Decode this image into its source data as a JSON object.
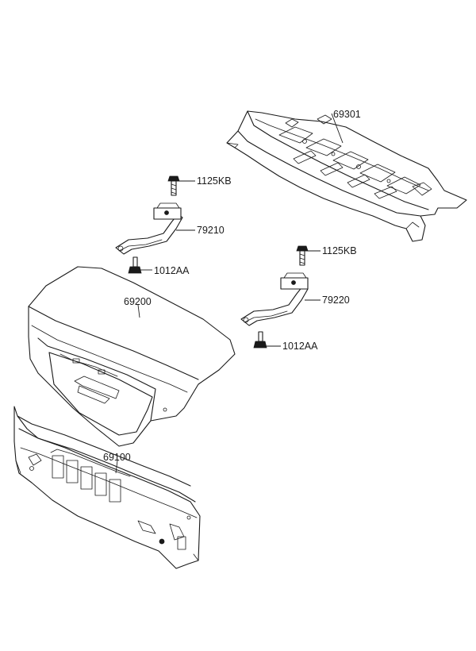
{
  "parts": {
    "rear_package_tray": "69301",
    "bolt_right_hinge_top": "1125KB",
    "bolt_left_hinge_top": "1125KB",
    "left_hinge": "79210",
    "right_hinge": "79220",
    "bolt_left_hinge_bottom": "1012AA",
    "bolt_right_hinge_bottom": "1012AA",
    "trunk_lid": "69200",
    "rear_panel": "69100"
  }
}
